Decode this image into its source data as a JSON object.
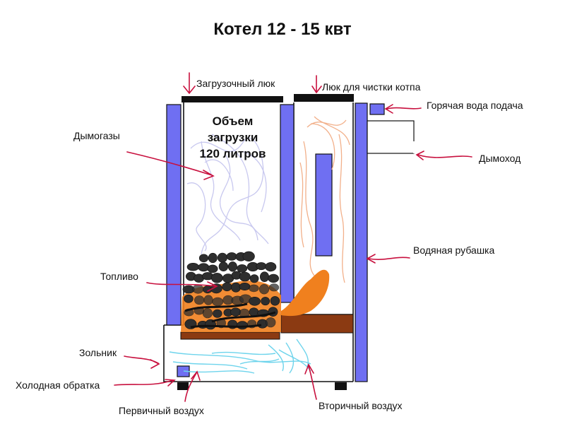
{
  "title": "Котел 12 - 15 квт",
  "inner_text": [
    "Объем",
    "загрузки",
    "120 литров"
  ],
  "labels": {
    "load_hatch": "Загрузочный люк",
    "clean_hatch": "Люк для чистки котпа",
    "hot_water": "Горячая вода подача",
    "flue_gases": "Дымогазы",
    "chimney": "Дымоход",
    "water_jacket": "Водяная рубашка",
    "fuel": "Топливо",
    "ash_pit": "Зольник",
    "cold_return": "Холодная обратка",
    "primary_air": "Первичный воздух",
    "secondary_air": "Вторичный воздух"
  },
  "colors": {
    "jacket": "#6f6ff2",
    "outline": "#111111",
    "arrow": "#c8103e",
    "fire": "#f0801e",
    "ember": "#d4621e",
    "grate": "#8b3a12",
    "coal": "#2e2e2e",
    "smoke": "#c8c8ef",
    "hot_gas": "#f2b08a",
    "air": "#6ed4ec"
  }
}
